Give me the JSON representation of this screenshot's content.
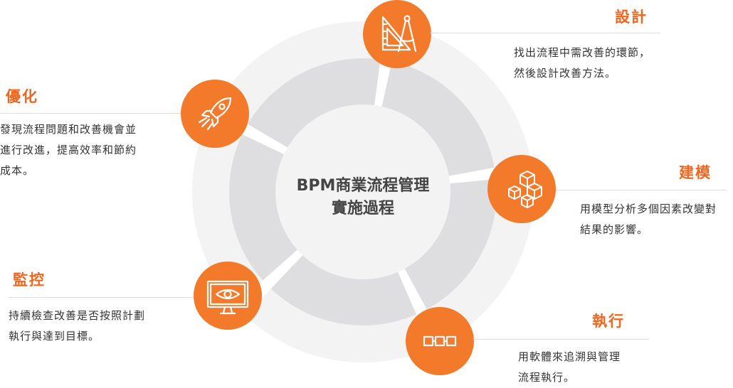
{
  "center": {
    "line1": "BPM商業流程管理",
    "line2": "實施過程"
  },
  "stages": [
    {
      "title": "設計",
      "lines": [
        "找出流程中需改善的環節，",
        "然後設計改善方法。"
      ],
      "icon": "drafting-tools-icon"
    },
    {
      "title": "建模",
      "lines": [
        "用模型分析多個因素改變對",
        "結果的影響。"
      ],
      "icon": "cubes-icon"
    },
    {
      "title": "執行",
      "lines": [
        "用軟體來追溯與管理",
        "流程執行。"
      ],
      "icon": "chain-link-icon"
    },
    {
      "title": "監控",
      "lines": [
        "持續檢查改善是否按照計劃",
        "執行與達到目標。"
      ],
      "icon": "monitor-eye-icon"
    },
    {
      "title": "優化",
      "lines": [
        "發現流程問題和改善機會並",
        "進行改進，提高效率和節約",
        "成本。"
      ],
      "icon": "rocket-icon"
    }
  ],
  "colors": {
    "accent": "#f47a2b",
    "title": "#f0661e",
    "ring_outer": "#f3f3f4",
    "ring_inner": "#dedee0",
    "hub": "#f3f3f4"
  }
}
